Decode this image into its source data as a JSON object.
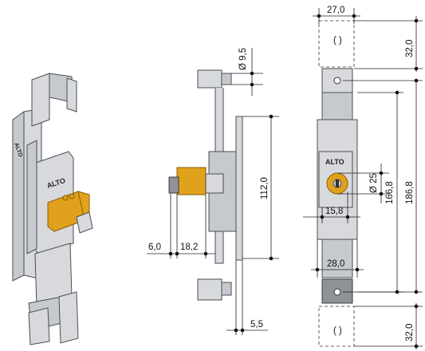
{
  "brand": "ALTO",
  "dimensions": {
    "hole_diameter": "Ø 9,5",
    "height_inner": "112,0",
    "offset_left": "6,0",
    "offset_mid": "18,2",
    "thickness": "5,5",
    "width_top": "27,0",
    "top_pitch": "32,0",
    "bottom_pitch": "32,0",
    "cylinder_diameter": "Ø 25",
    "center_height": "166,8",
    "total_height": "186,8",
    "cylinder_offset": "15,8",
    "width_bottom": "28,0"
  },
  "colors": {
    "metal": "#d7d9dc",
    "metal_dark": "#8f9398",
    "brass": "#e0a21c"
  }
}
